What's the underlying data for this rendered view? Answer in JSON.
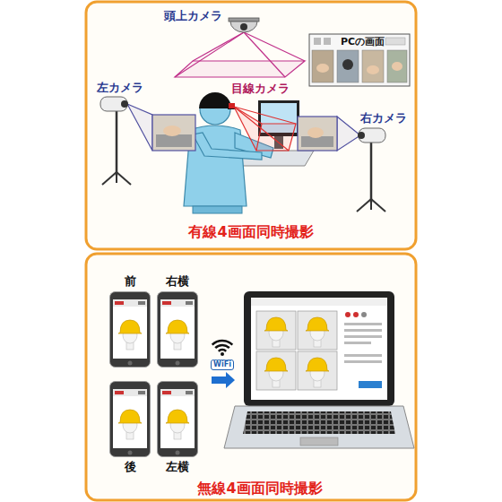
{
  "diagram": {
    "labels": [
      "頭上カメラ",
      "PCの画面",
      "左カメラ",
      "目線カメラ",
      "右カメラ",
      "有線4画面同時撮影",
      "前",
      "右横",
      "WiFi",
      "後",
      "左横",
      "無線4画面同時撮影"
    ]
  }
}
